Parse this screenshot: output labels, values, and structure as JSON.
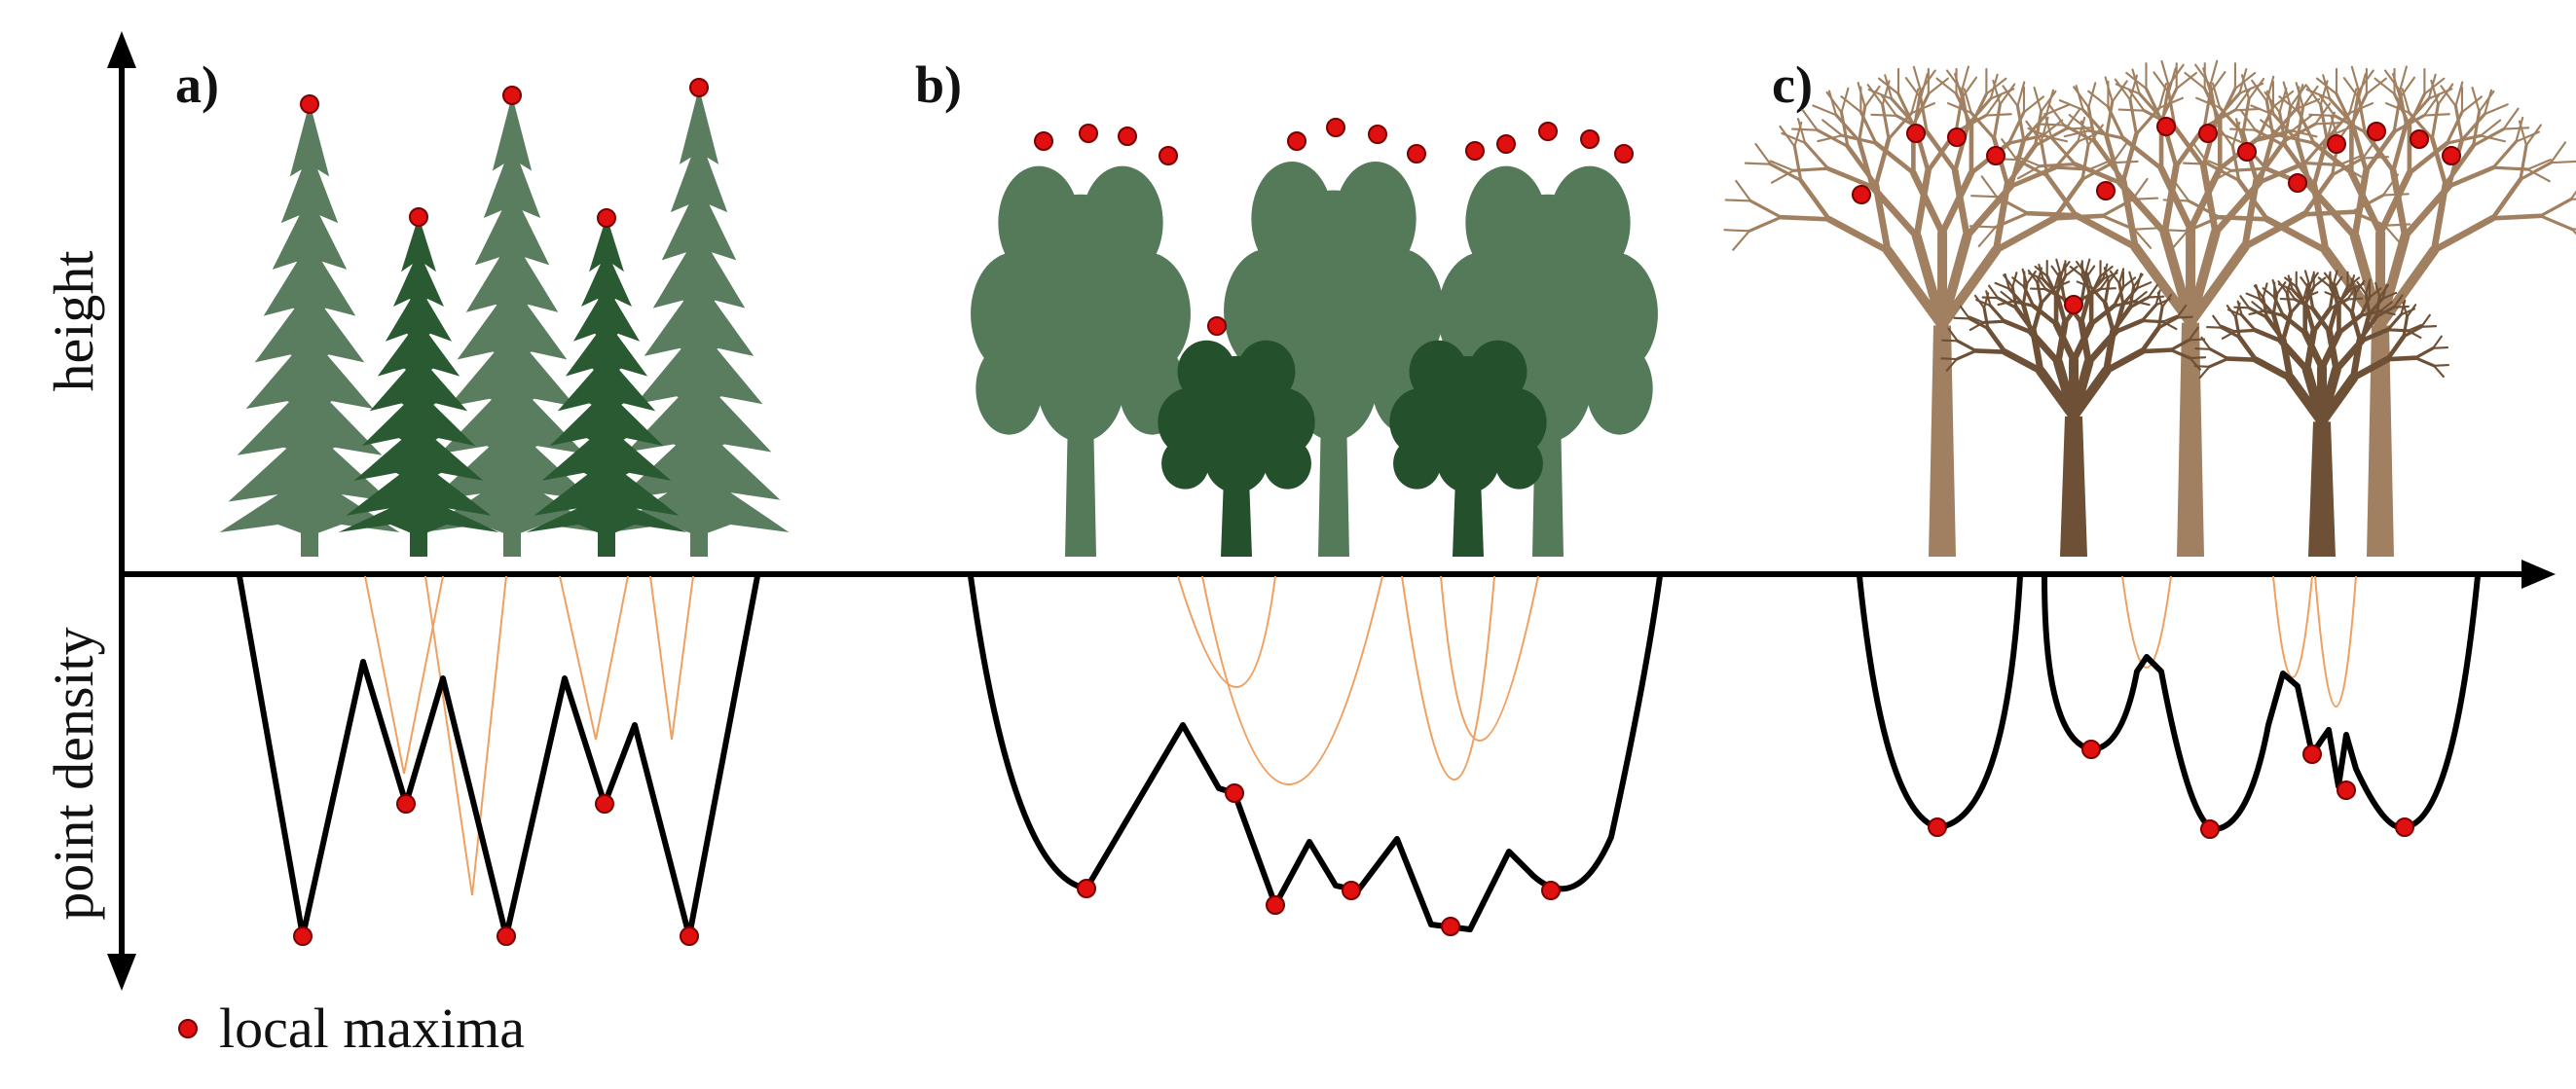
{
  "axes": {
    "y_upper_label": "height",
    "y_lower_label": "point density"
  },
  "panels": [
    {
      "label": "a)",
      "tree_type": "conifer"
    },
    {
      "label": "b)",
      "tree_type": "broadleaf-leafy"
    },
    {
      "label": "c)",
      "tree_type": "broadleaf-bare"
    }
  ],
  "legend": {
    "marker_label": "local maxima"
  },
  "colors": {
    "maxima": "#e01010",
    "density_curve": "#000000",
    "individual_curve": "#f0a060",
    "conifer_back": "#5a7d5f",
    "conifer_front": "#2a5a32",
    "leafy_back": "#557a5a",
    "leafy_front": "#24502c",
    "bare_back": "#a08060",
    "bare_front": "#6e5037"
  }
}
